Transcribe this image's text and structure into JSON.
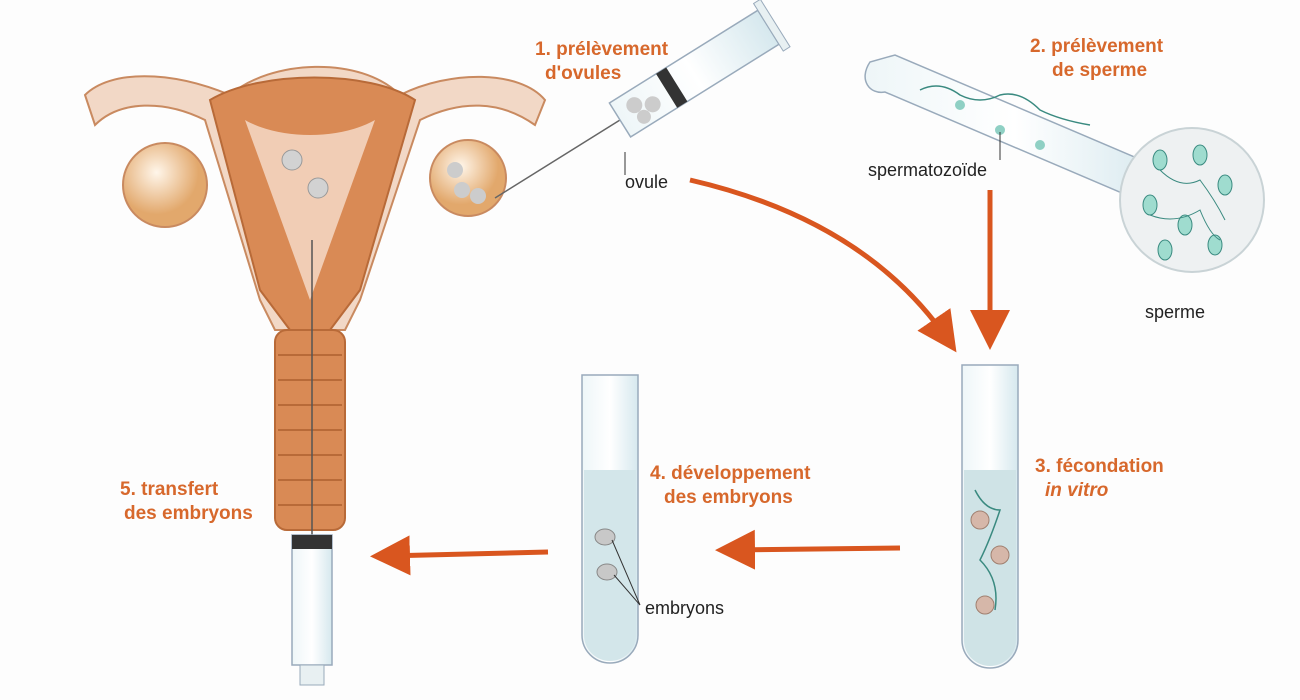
{
  "colors": {
    "accent": "#d7682c",
    "tissue": "#d98a55",
    "arrow": "#d9561f",
    "glass": "#dfeef2"
  },
  "steps": {
    "s1": {
      "line1": "1. prélèvement",
      "line2": "d'ovules"
    },
    "s2": {
      "line1": "2. prélèvement",
      "line2": "de sperme"
    },
    "s3": {
      "line1": "3. fécondation",
      "line2": "in vitro"
    },
    "s4": {
      "line1": "4. développement",
      "line2": "des embryons"
    },
    "s5": {
      "line1": "5. transfert",
      "line2": "des embryons"
    }
  },
  "notes": {
    "ovule": "ovule",
    "spermatozoide": "spermatozoïde",
    "sperme": "sperme",
    "embryons": "embryons"
  }
}
